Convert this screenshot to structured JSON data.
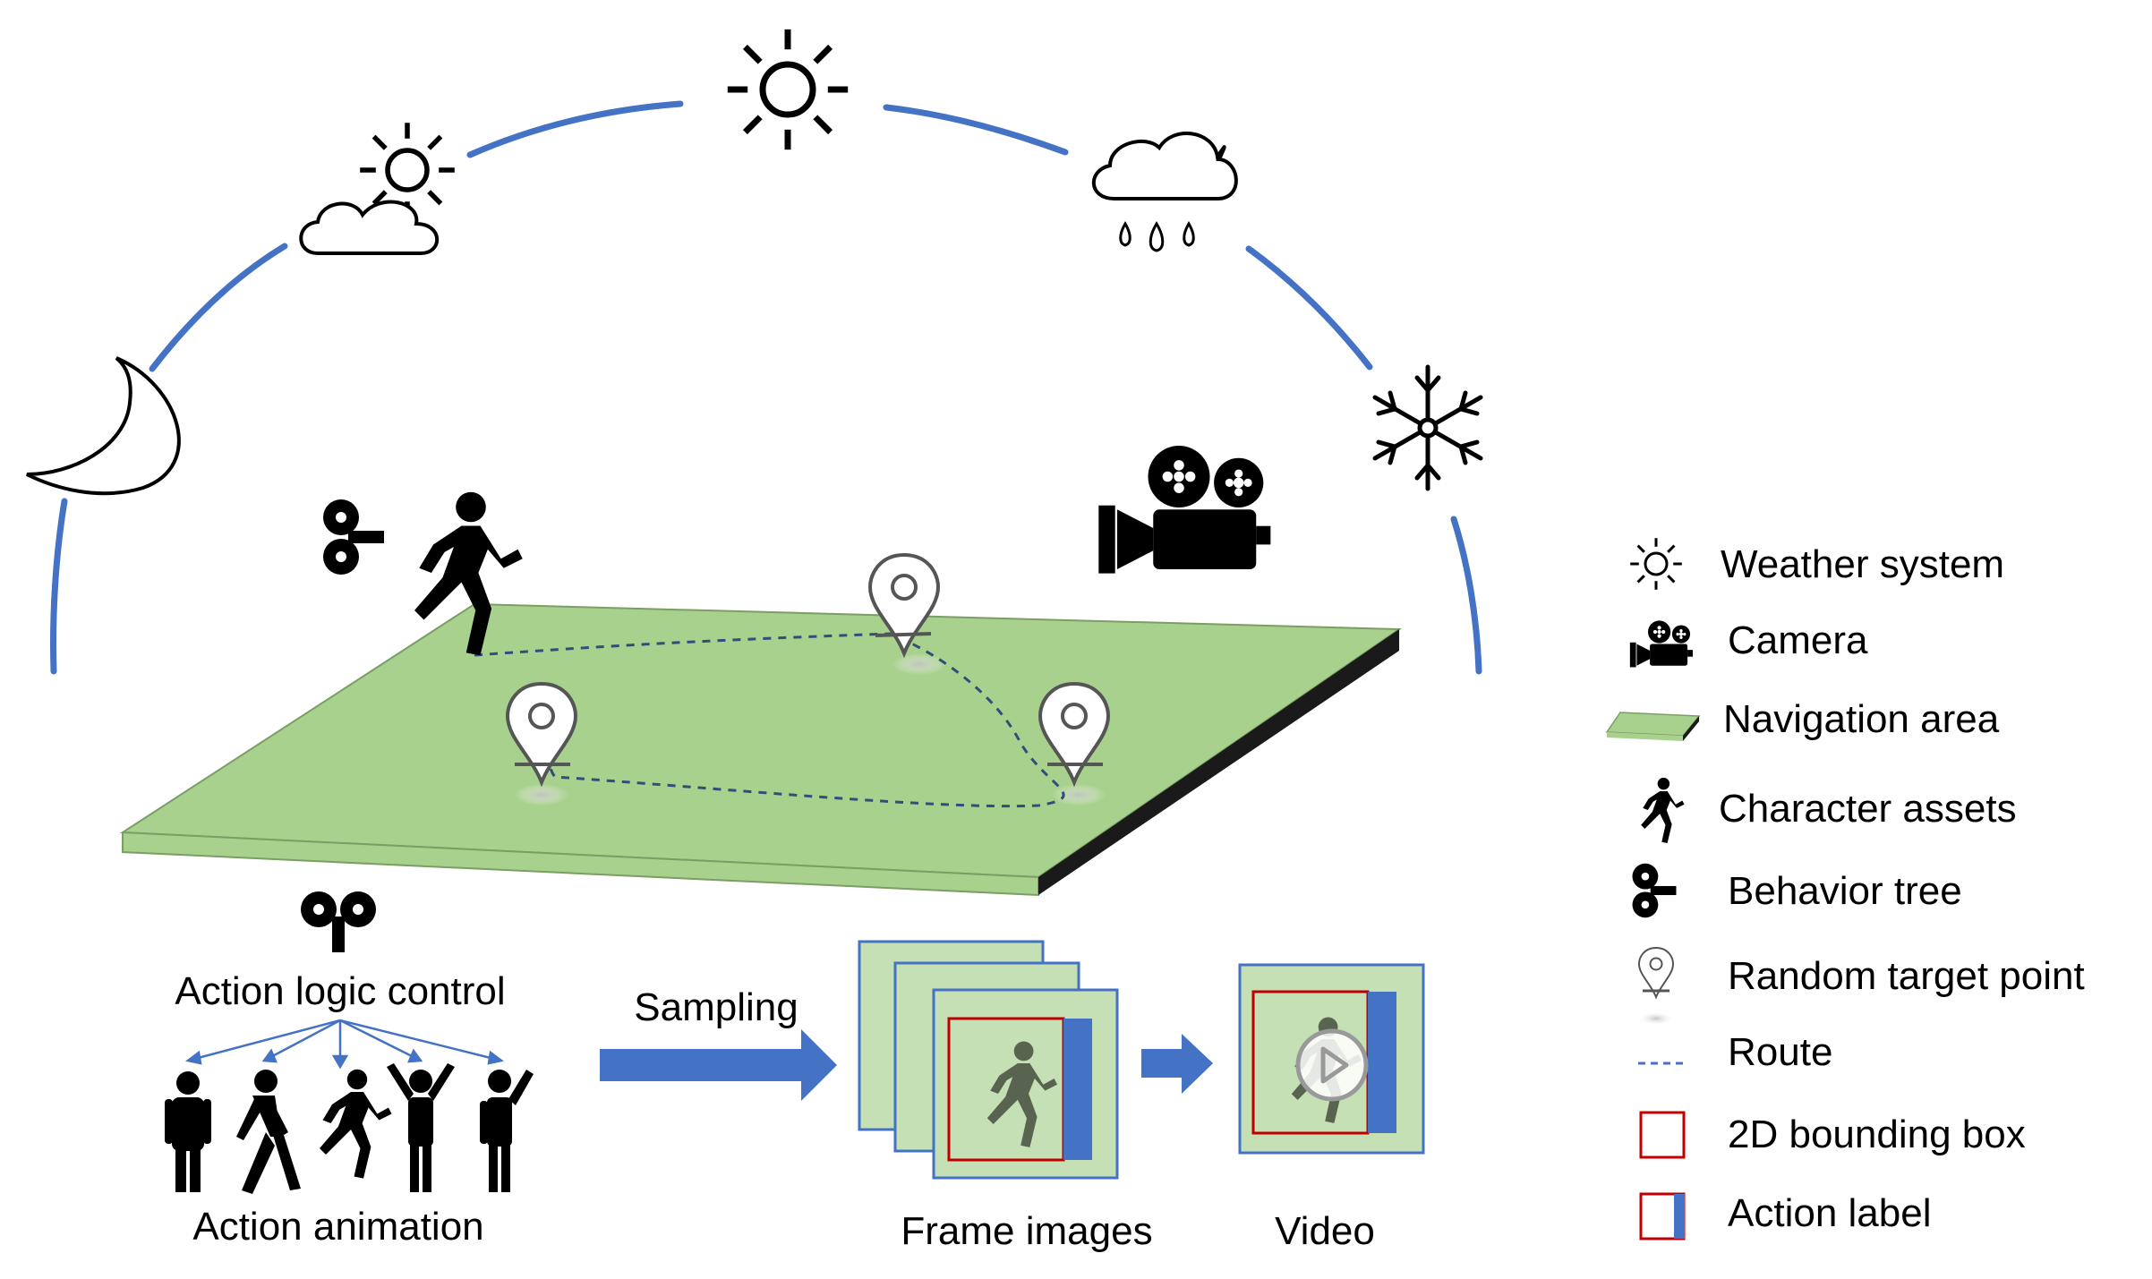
{
  "diagram": {
    "labels": {
      "action_logic_control": "Action logic control",
      "action_animation": "Action animation",
      "sampling": "Sampling",
      "frame_images": "Frame images",
      "video": "Video"
    },
    "legend": [
      {
        "icon": "sun-icon",
        "label": "Weather system"
      },
      {
        "icon": "camera-icon",
        "label": "Camera"
      },
      {
        "icon": "navigation-area-icon",
        "label": "Navigation area"
      },
      {
        "icon": "runner-icon",
        "label": "Character assets"
      },
      {
        "icon": "behavior-tree-icon",
        "label": "Behavior tree"
      },
      {
        "icon": "map-pin-icon",
        "label": "Random target point"
      },
      {
        "icon": "route-line-icon",
        "label": "Route"
      },
      {
        "icon": "bounding-box-icon",
        "label": "2D bounding box"
      },
      {
        "icon": "action-label-icon",
        "label": "Action label"
      }
    ],
    "colors": {
      "arc_blue": "#4472C4",
      "ground_green": "#A9D18E",
      "ground_edge": "#1a1a1a",
      "bbox_red": "#C00000",
      "label_blue": "#4472C4",
      "frame_bg": "#C5E0B4"
    }
  }
}
